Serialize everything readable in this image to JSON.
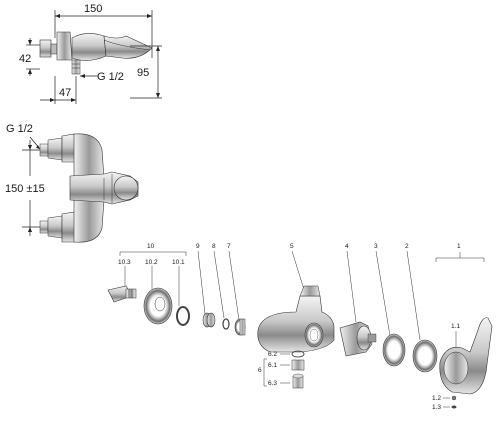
{
  "top_view": {
    "dim_width": "150",
    "dim_depth": "42",
    "dim_thread": "G 1/2",
    "dim_height": "95",
    "dim_offset": "47"
  },
  "front_view": {
    "dim_thread": "G 1/2",
    "dim_centers": "150 ±15"
  },
  "parts": {
    "p1": "1",
    "p2": "2",
    "p3": "3",
    "p4": "4",
    "p5": "5",
    "p6": "6",
    "p7": "7",
    "p8": "8",
    "p9": "9",
    "p10": "10",
    "p10_1": "10.1",
    "p10_2": "10.2",
    "p10_3": "10.3",
    "p6_1": "6.1",
    "p6_2": "6.2",
    "p6_3": "6.3",
    "p1_1": "1.1",
    "p1_2": "1.2",
    "p1_3": "1.3"
  }
}
